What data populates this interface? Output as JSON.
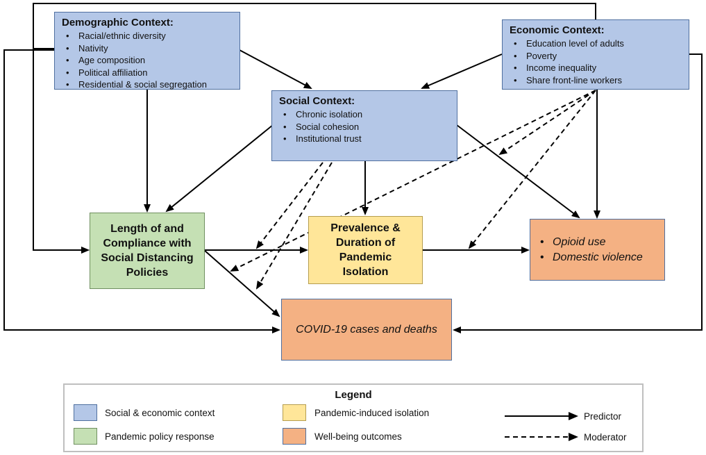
{
  "boxes": {
    "demographic": {
      "title": "Demographic Context:",
      "items": [
        "Racial/ethnic diversity",
        "Nativity",
        "Age composition",
        "Political affiliation",
        "Residential & social segregation"
      ]
    },
    "economic": {
      "title": "Economic Context:",
      "items": [
        "Education level of adults",
        "Poverty",
        "Income inequality",
        "Share front-line workers"
      ]
    },
    "social": {
      "title": "Social Context:",
      "items": [
        "Chronic isolation",
        "Social cohesion",
        "Institutional trust"
      ]
    },
    "policy": {
      "label": "Length of and\nCompliance with\nSocial Distancing\nPolicies"
    },
    "isolation": {
      "label": "Prevalence &\nDuration of\nPandemic\nIsolation"
    },
    "outcomes": {
      "items": [
        "Opioid use",
        "Domestic violence"
      ]
    },
    "covid": {
      "label": "COVID-19 cases and deaths"
    }
  },
  "legend": {
    "title": "Legend",
    "entries": [
      {
        "label": "Social & economic context",
        "color": "#b4c7e7"
      },
      {
        "label": "Pandemic-induced isolation",
        "color": "#ffe699"
      },
      {
        "label": "Pandemic policy response",
        "color": "#c5e0b4"
      },
      {
        "label": "Well-being outcomes",
        "color": "#f4b183"
      }
    ],
    "predictor_label": "Predictor",
    "moderator_label": "Moderator"
  }
}
